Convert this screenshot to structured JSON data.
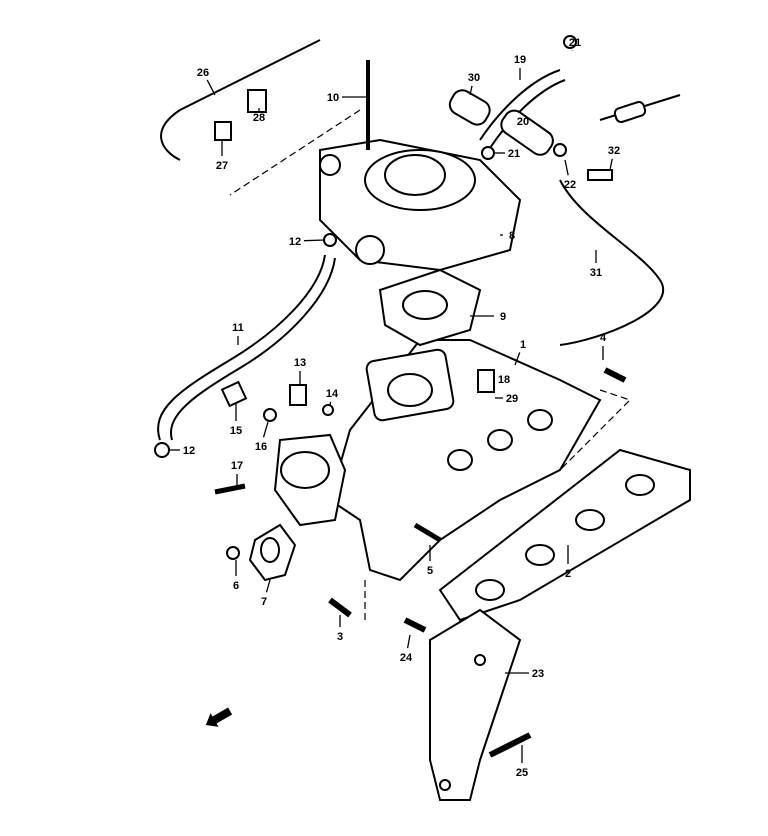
{
  "diagram": {
    "title": "Intake manifold / carburetor exploded parts diagram",
    "callouts": [
      "26",
      "10",
      "30",
      "19",
      "21",
      "20",
      "28",
      "27",
      "21",
      "32",
      "22",
      "8",
      "12",
      "31",
      "9",
      "11",
      "1",
      "4",
      "13",
      "18",
      "14",
      "29",
      "15",
      "16",
      "12",
      "17",
      "5",
      "2",
      "6",
      "7",
      "3",
      "24",
      "23",
      "25"
    ],
    "direction_icon": "front-arrow-icon"
  }
}
